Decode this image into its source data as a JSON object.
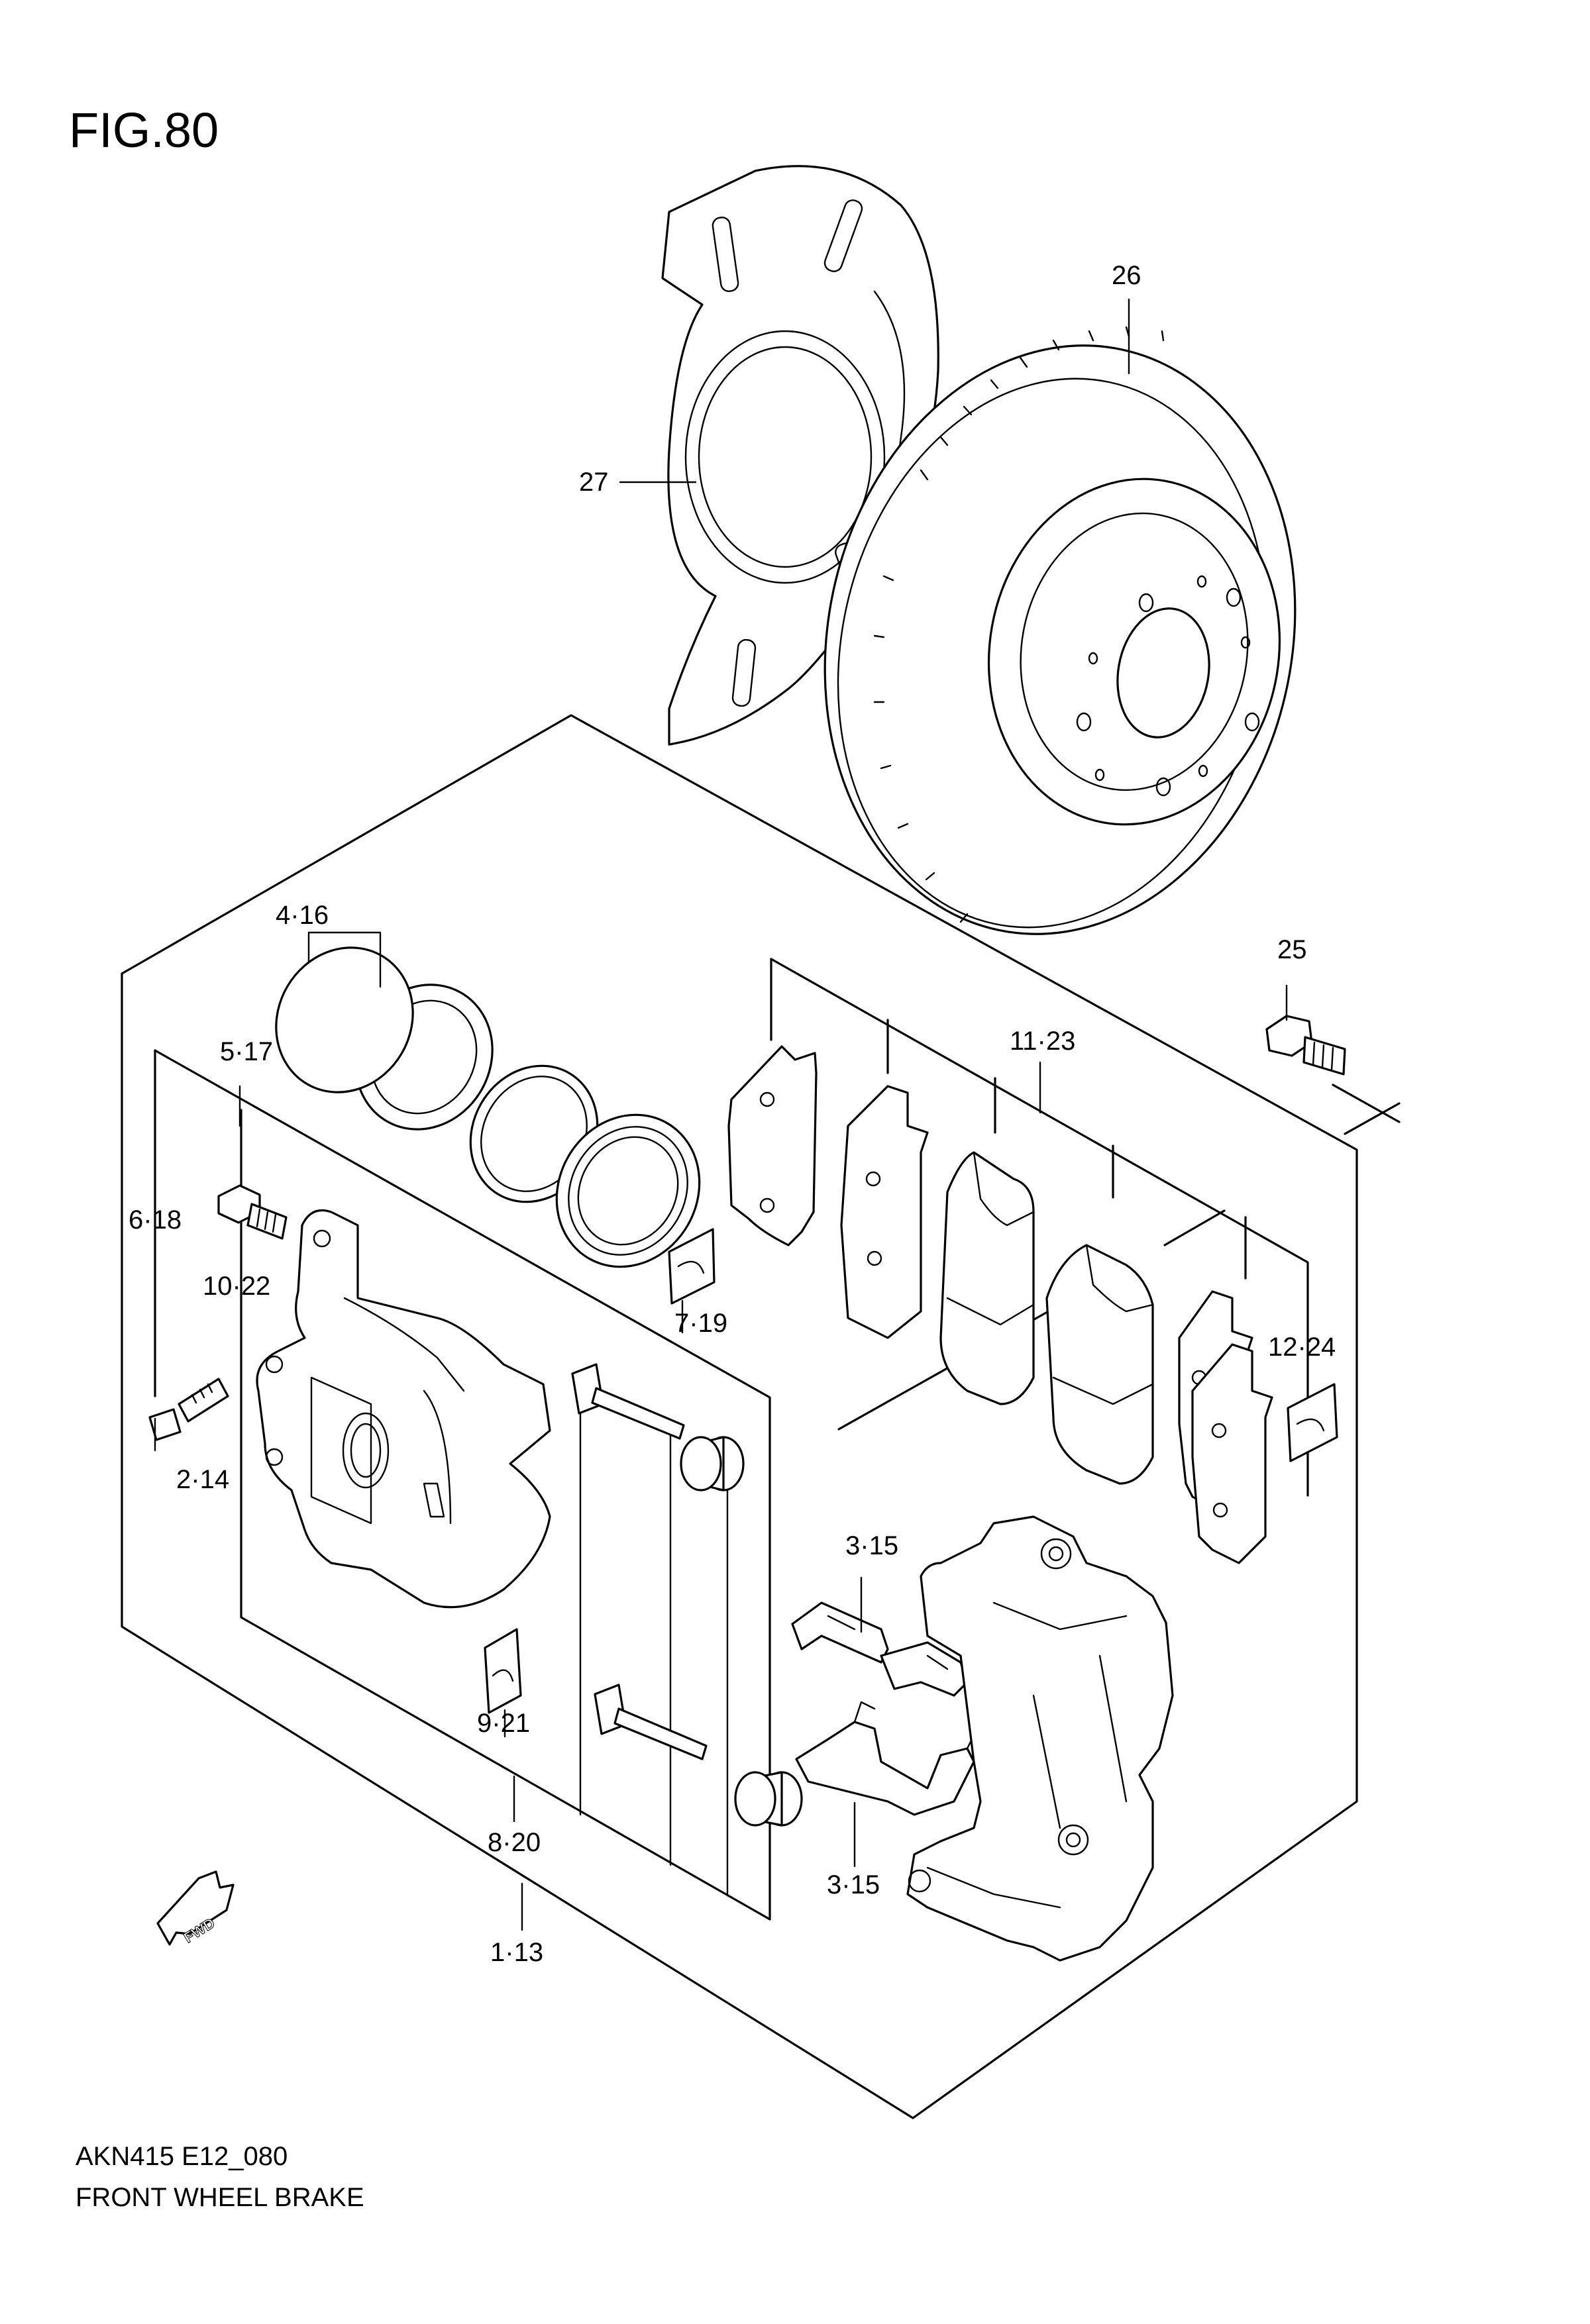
{
  "figure": {
    "title": "FIG.80"
  },
  "footer": {
    "code": "AKN415 E12_080",
    "name": "FRONT WHEEL BRAKE"
  },
  "fwd_label": "FWD",
  "callouts": [
    {
      "id": "27",
      "text": "27"
    },
    {
      "id": "26",
      "text": "26"
    },
    {
      "id": "4-16",
      "text": "4·16"
    },
    {
      "id": "5-17",
      "text": "5·17"
    },
    {
      "id": "6-18",
      "text": "6·18"
    },
    {
      "id": "10-22",
      "text": "10·22"
    },
    {
      "id": "2-14",
      "text": "2·14"
    },
    {
      "id": "7-19",
      "text": "7·19"
    },
    {
      "id": "9-21",
      "text": "9·21"
    },
    {
      "id": "8-20",
      "text": "8·20"
    },
    {
      "id": "1-13",
      "text": "1·13"
    },
    {
      "id": "11-23",
      "text": "11·23"
    },
    {
      "id": "25",
      "text": "25"
    },
    {
      "id": "12-24",
      "text": "12·24"
    },
    {
      "id": "3-15a",
      "text": "3·15"
    },
    {
      "id": "3-15b",
      "text": "3·15"
    }
  ]
}
